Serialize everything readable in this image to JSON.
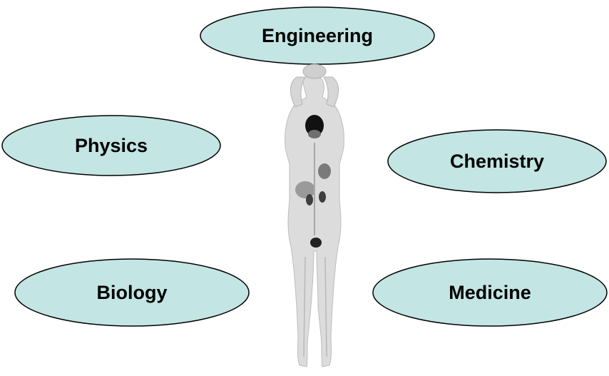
{
  "nodes": [
    {
      "id": "engineering",
      "label": "Engineering"
    },
    {
      "id": "physics",
      "label": "Physics"
    },
    {
      "id": "chemistry",
      "label": "Chemistry"
    },
    {
      "id": "biology",
      "label": "Biology"
    },
    {
      "id": "medicine",
      "label": "Medicine"
    }
  ],
  "center_image": {
    "subject": "whole-body PET scan (maximum intensity projection), arms raised above head"
  },
  "colors": {
    "node_fill": "#c3e5e4",
    "node_stroke": "#000000",
    "label_color": "#000000",
    "background": "#ffffff",
    "scan_light": "#d9d9d9",
    "scan_mid": "#8a8a8a",
    "scan_dark": "#111111"
  }
}
